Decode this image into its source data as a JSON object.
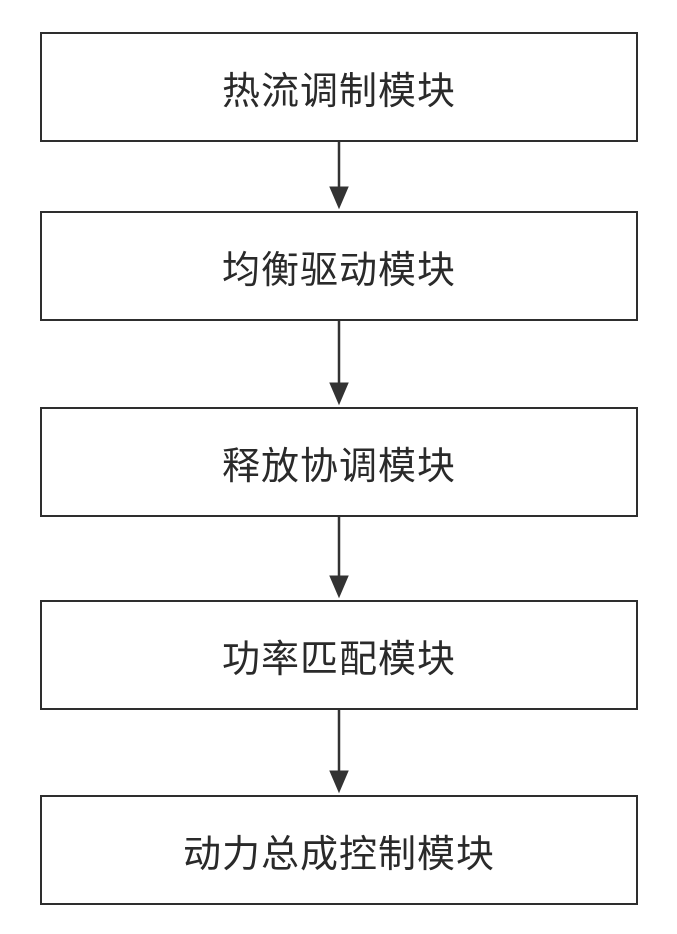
{
  "flowchart": {
    "modules": [
      {
        "label": "热流调制模块"
      },
      {
        "label": "均衡驱动模块"
      },
      {
        "label": "释放协调模块"
      },
      {
        "label": "功率匹配模块"
      },
      {
        "label": "动力总成控制模块"
      }
    ],
    "colors": {
      "border": "#2e2e2e",
      "text": "#2a2a2a",
      "arrow": "#333333",
      "background": "#ffffff"
    }
  }
}
